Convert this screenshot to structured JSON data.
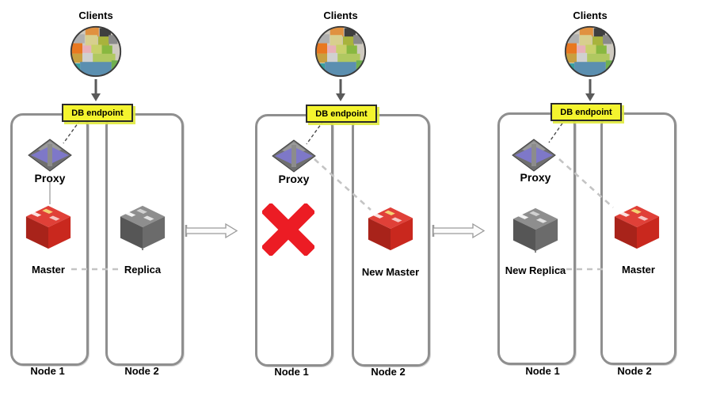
{
  "panels": [
    {
      "clients_label": "Clients",
      "endpoint_label": "DB endpoint",
      "proxy_label": "Proxy",
      "node1": {
        "label": "Node 1",
        "db": "Master"
      },
      "node2": {
        "label": "Node 2",
        "db": "Replica"
      }
    },
    {
      "clients_label": "Clients",
      "endpoint_label": "DB endpoint",
      "proxy_label": "Proxy",
      "node1": {
        "label": "Node 1",
        "db": ""
      },
      "node2": {
        "label": "Node 2",
        "db": "New Master"
      }
    },
    {
      "clients_label": "Clients",
      "endpoint_label": "DB endpoint",
      "proxy_label": "Proxy",
      "node1": {
        "label": "Node 1",
        "db": "New Replica"
      },
      "node2": {
        "label": "Node 2",
        "db": "Master"
      }
    }
  ],
  "icons": {
    "clients": "people-photo-circle",
    "proxy": "proxy-diamond",
    "master": "red-db-cube",
    "replica": "gray-db-cube",
    "failed": "red-x-mark",
    "client_flow": "down-arrow",
    "transition": "right-block-arrow"
  },
  "colors": {
    "endpoint_bg": "#F4F42E",
    "node_border": "#8F8F8F",
    "master_red": "#C9281E",
    "replica_gray": "#6B6B6B",
    "failed_x": "#EC1C24",
    "proxy_accent": "#7E78C8"
  }
}
